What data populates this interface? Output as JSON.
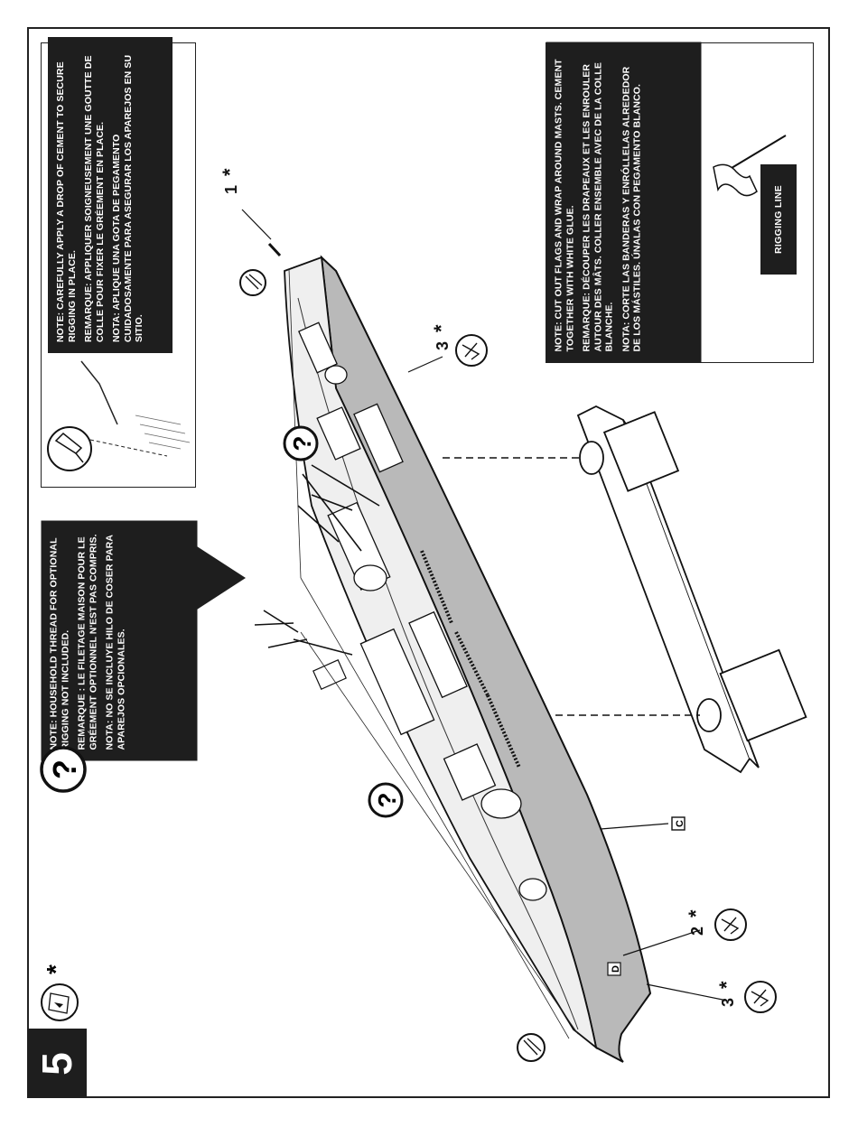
{
  "step": {
    "number": "5"
  },
  "notes": {
    "thread": {
      "en": "NOTE: HOUSEHOLD THREAD FOR OPTIONAL RIGGING NOT INCLUDED.",
      "fr": "REMARQUE : LE FILETAGE MAISON POUR LE GRÉEMENT OPTIONNEL N'EST PAS COMPRIS.",
      "es": "NOTA: NO SE INCLUYE HILO DE COSER PARA APAREJOS OPCIONALES."
    },
    "cement": {
      "en": "NOTE: CAREFULLY APPLY A DROP OF CEMENT TO SECURE RIGGING IN PLACE.",
      "fr": "REMARQUE: APPLIQUER SOIGNEUSEMENT UNE GOUTTE DE COLLE POUR FIXER LE GRÉEMENT EN PLACE.",
      "es": "NOTA: APLIQUE UNA GOTA DE PEGAMENTO CUIDADOSAMENTE PARA ASEGURAR LOS APAREJOS EN SU SITIO."
    },
    "flags": {
      "en": "NOTE: CUT OUT FLAGS AND WRAP AROUND MASTS. CEMENT TOGETHER WITH WHITE GLUE.",
      "fr": "REMARQUE: DÉCOUPER LES DRAPEAUX ET LES ENROULER AUTOUR DES MÂTS. COLLER ENSEMBLE AVEC DE LA COLLE BLANCHE.",
      "es": "NOTA: CORTE LAS BANDERAS Y ENRÓLLELAS ALREDEDOR DE LOS MÁSTILES. ÚNALAS CON PEGAMENTO BLANCO."
    }
  },
  "rigging_label": "RIGGING LINE",
  "callouts": {
    "part_1": "1",
    "part_2": "2",
    "part_3": "3",
    "star": "*",
    "question": "?",
    "letter_c": "C",
    "letter_d": "D"
  },
  "colors": {
    "ink": "#1e1e1e",
    "hull": "#b9b9b9",
    "deck": "#e6e6e6"
  },
  "icons": [
    "decal-icon",
    "question-icon",
    "cement-tube-icon",
    "paint-icon",
    "flag-icon"
  ]
}
